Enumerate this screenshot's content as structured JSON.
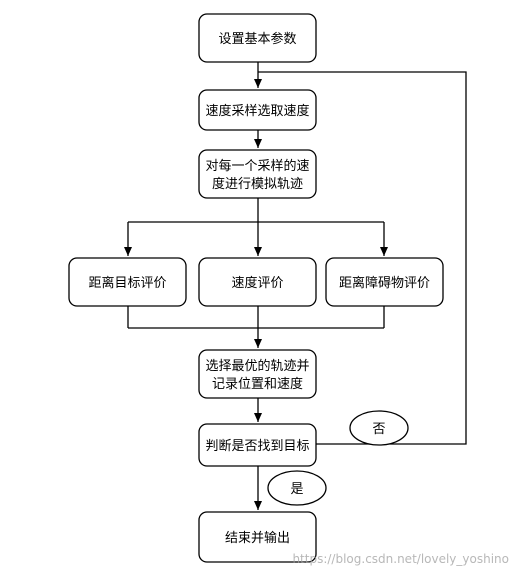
{
  "nodes": {
    "setup": "设置基本参数",
    "sample": "速度采样选取速度",
    "simulate": [
      "对每一个采样的速",
      "度进行模拟轨迹"
    ],
    "eval_goal": "距离目标评价",
    "eval_speed": "速度评价",
    "eval_obstacle": "距离障碍物评价",
    "select": [
      "选择最优的轨迹并",
      "记录位置和速度"
    ],
    "judge": "判断是否找到目标",
    "end": "结束并输出",
    "no_label": "否",
    "yes_label": "是"
  },
  "watermark": "https://blog.csdn.net/lovely_yoshino",
  "colors": {
    "stroke": "#000000",
    "fill": "#ffffff"
  }
}
